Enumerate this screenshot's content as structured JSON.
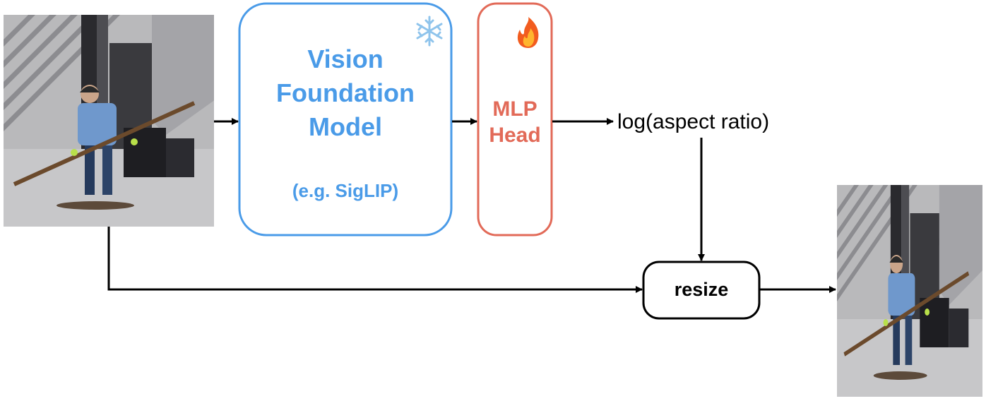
{
  "vision_model": {
    "title_lines": [
      "Vision",
      "Foundation",
      "Model"
    ],
    "subtitle": "(e.g. SigLIP)",
    "badge_icon": "snowflake-icon",
    "color": "#4A9BE8"
  },
  "mlp_head": {
    "title_lines": [
      "MLP",
      "Head"
    ],
    "badge_icon": "fire-icon",
    "color": "#E26A58"
  },
  "output_label": "log(aspect ratio)",
  "resize_label": "resize",
  "input_image": {
    "icon": "skateboarder-photo"
  },
  "output_image": {
    "icon": "skateboarder-photo-resized"
  }
}
